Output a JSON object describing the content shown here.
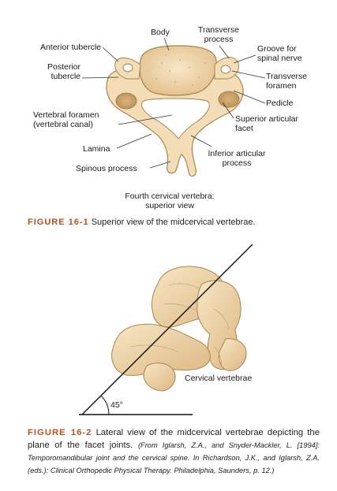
{
  "figure1": {
    "labels": {
      "body": "Body",
      "transverse_process_1": "Transverse",
      "transverse_process_2": "process",
      "anterior_tubercle": "Anterior tubercle",
      "posterior_tubercle_1": "Posterior",
      "posterior_tubercle_2": "tubercle",
      "groove_1": "Groove for",
      "groove_2": "spinal nerve",
      "transverse_foramen_1": "Transverse",
      "transverse_foramen_2": "foramen",
      "pedicle": "Pedicle",
      "vertebral_foramen_1": "Vertebral foramen",
      "vertebral_foramen_2": "(vertebral canal)",
      "superior_articular_1": "Superior articular",
      "superior_articular_2": "facet",
      "lamina": "Lamina",
      "inferior_articular_1": "Inferior articular",
      "inferior_articular_2": "process",
      "spinous_process": "Spinous process",
      "view_title_1": "Fourth cervical vertebra:",
      "view_title_2": "superior view"
    },
    "caption_label": "FIGURE 16-1",
    "caption_text": " Superior view of the midcervical vertebrae."
  },
  "figure2": {
    "labels": {
      "cervical_vertebrae": "Cervical vertebrae",
      "angle": "45°"
    },
    "caption_label": "FIGURE 16-2",
    "caption_text": " Lateral view of the midcervical vertebrae depicting the plane of the facet joints. ",
    "caption_source": "(From Iglarsh, Z.A., and Snyder-Mackler, L. [1994]: Temporomandibular joint and the cervical spine. In Richardson, J.K., and Iglarsh, Z.A. (eds.): Clinical Orthopedic Physical Therapy. Philadelphia, Saunders, p. 12.)"
  },
  "colors": {
    "bone": "#f2ddb6",
    "bone_dark": "#d9b27e",
    "outline": "#a8844f",
    "caption_accent": "#b5521f"
  }
}
